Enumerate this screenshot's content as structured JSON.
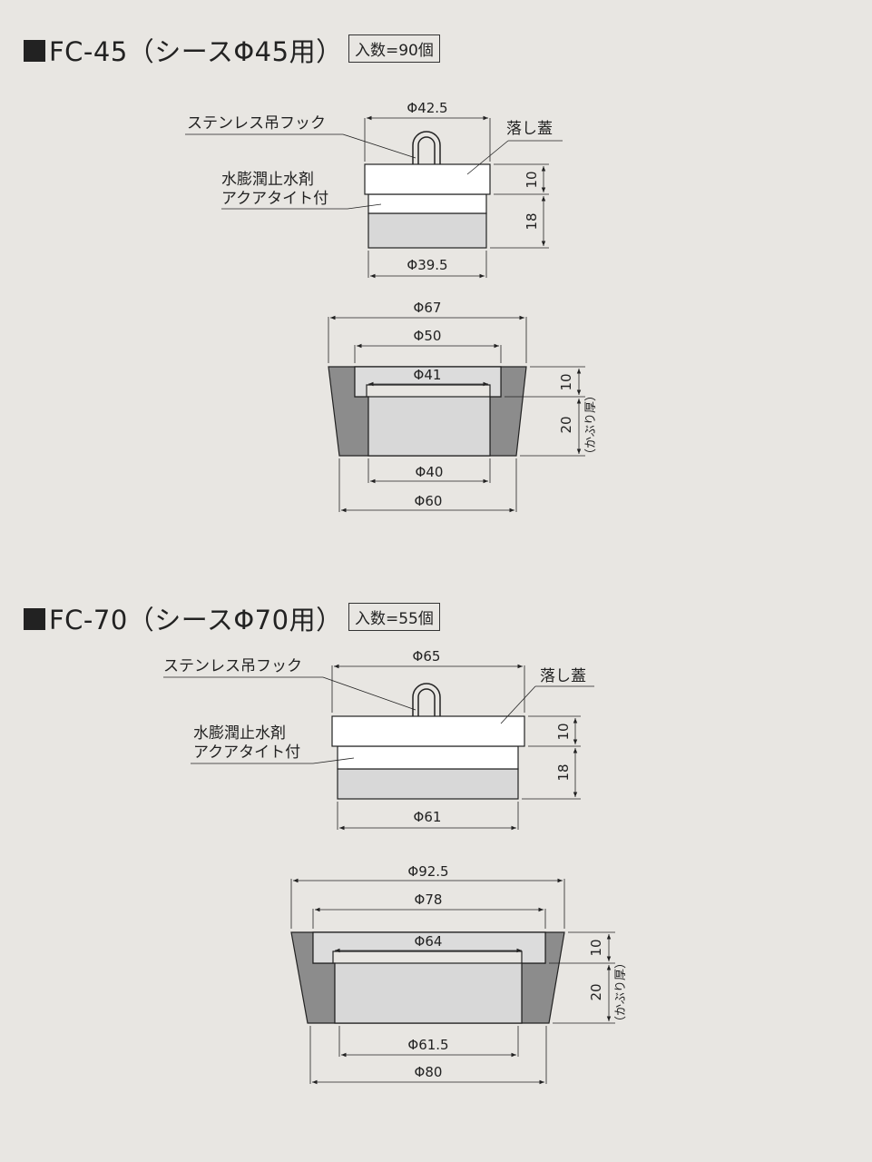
{
  "sections": [
    {
      "title": "FC-45（シースΦ45用）",
      "count": "入数=90個",
      "hook_label": "ステンレス吊フック",
      "lid_label": "落し蓋",
      "water_label_1": "水膨潤止水剤",
      "water_label_2": "アクアタイト付",
      "top": {
        "phi_top": "Φ42.5",
        "phi_bottom": "Φ39.5",
        "h1": "10",
        "h2": "18"
      },
      "cross": {
        "phi_outer_top": "Φ67",
        "phi_mid": "Φ50",
        "phi_inner": "Φ41",
        "phi_bottom_inner": "Φ40",
        "phi_bottom_outer": "Φ60",
        "h1": "10",
        "h2": "20",
        "cover": "（かぶり厚）"
      }
    },
    {
      "title": "FC-70（シースΦ70用）",
      "count": "入数=55個",
      "hook_label": "ステンレス吊フック",
      "lid_label": "落し蓋",
      "water_label_1": "水膨潤止水剤",
      "water_label_2": "アクアタイト付",
      "top": {
        "phi_top": "Φ65",
        "phi_bottom": "Φ61",
        "h1": "10",
        "h2": "18"
      },
      "cross": {
        "phi_outer_top": "Φ92.5",
        "phi_mid": "Φ78",
        "phi_inner": "Φ64",
        "phi_bottom_inner": "Φ61.5",
        "phi_bottom_outer": "Φ80",
        "h1": "10",
        "h2": "20",
        "cover": "（かぶり厚）"
      }
    }
  ],
  "colors": {
    "background": "#e8e6e2",
    "dark_gray": "#8c8c8c",
    "light_gray": "#d8d8d8",
    "white": "#ffffff",
    "line": "#222222"
  }
}
